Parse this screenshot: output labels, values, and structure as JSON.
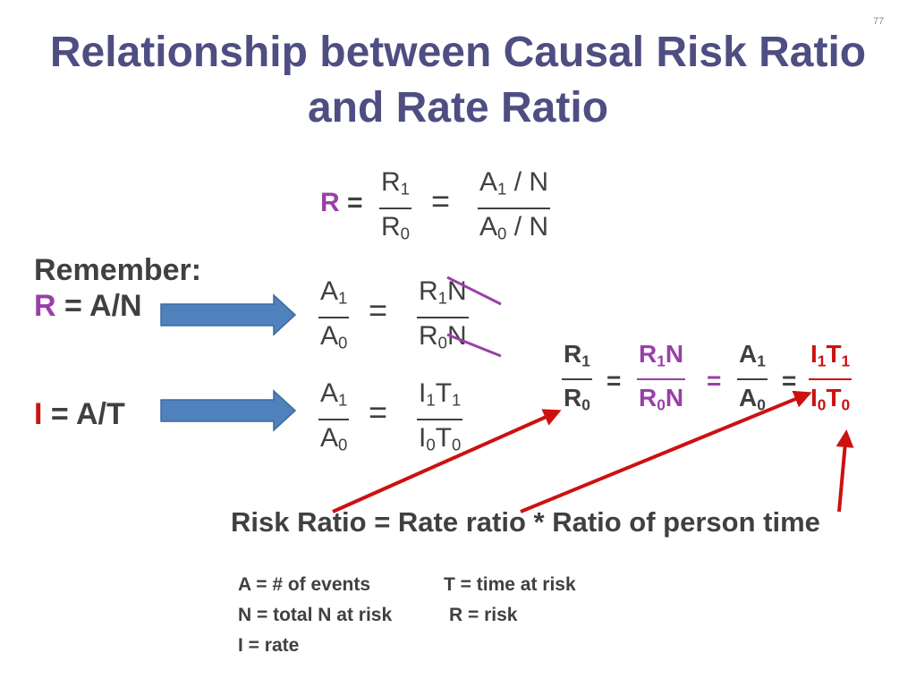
{
  "slide": {
    "number": "77",
    "title_line1": "Relationship between Causal Risk Ratio",
    "title_line2": "and Rate Ratio"
  },
  "top_equation": {
    "lhs_symbol": "R",
    "lhs_equals": " =",
    "frac1_num": "R",
    "frac1_num_sub": "1",
    "frac1_den": "R",
    "frac1_den_sub": "0",
    "equals": "=",
    "frac2_num_a": "A",
    "frac2_num_sub": "1",
    "frac2_num_b": " / N",
    "frac2_den_a": "A",
    "frac2_den_sub": "0",
    "frac2_den_b": " / N"
  },
  "remember": {
    "heading": "Remember:",
    "risk_symbol": "R",
    "risk_def": " = A/N",
    "rate_symbol": "I",
    "rate_def": " = A/T"
  },
  "risk_equation": {
    "lhs_num": "A",
    "lhs_num_sub": "1",
    "lhs_den": "A",
    "lhs_den_sub": "0",
    "equals": "=",
    "rhs_num_a": "R",
    "rhs_num_sub": "1",
    "rhs_num_b": "N",
    "rhs_den_a": "R",
    "rhs_den_sub": "0",
    "rhs_den_b": "N"
  },
  "rate_equation": {
    "lhs_num": "A",
    "lhs_num_sub": "1",
    "lhs_den": "A",
    "lhs_den_sub": "0",
    "equals": "=",
    "rhs_num_a": "I",
    "rhs_num_sub": "1",
    "rhs_num_b": "T",
    "rhs_num_sub2": "1",
    "rhs_den_a": "I",
    "rhs_den_sub": "0",
    "rhs_den_b": "T",
    "rhs_den_sub2": "0"
  },
  "chain_equation": {
    "f1_num": "R",
    "f1_num_sub": "1",
    "f1_den": "R",
    "f1_den_sub": "0",
    "f2_num_a": "R",
    "f2_num_sub": "1",
    "f2_num_b": "N",
    "f2_den_a": "R",
    "f2_den_sub": "0",
    "f2_den_b": "N",
    "f3_num": "A",
    "f3_num_sub": "1",
    "f3_den": "A",
    "f3_den_sub": "0",
    "f4_num_a": "I",
    "f4_num_sub": "1",
    "f4_num_b": "T",
    "f4_num_sub2": "1",
    "f4_den_a": "I",
    "f4_den_sub": "0",
    "f4_den_b": "T",
    "f4_den_sub2": "0",
    "eq1": "=",
    "eq2": "=",
    "eq3": "="
  },
  "statement": "Risk Ratio = Rate ratio * Ratio of person time",
  "legend": {
    "a_def": "A = # of events",
    "t_def": "T = time at risk",
    "n_def": "N = total N at risk",
    "r_def": "R = risk",
    "i_def": "I = rate"
  },
  "colors": {
    "title": "#4e4e82",
    "purple": "#9a3fa8",
    "red": "#cc1111",
    "arrow_blue": "#4f81bd",
    "text": "#404040"
  }
}
